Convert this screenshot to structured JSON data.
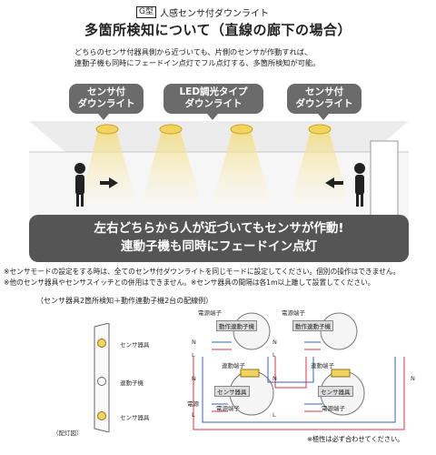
{
  "header": {
    "type_code": "G型",
    "type_name": "人感センサ付ダウンライト",
    "title": "多箇所検知について（直線の廊下の場合）",
    "intro_line1": "どちらのセンサ付器具側から近づいても、片側のセンサが作動すれば、",
    "intro_line2": "連動子機も同時にフェードイン点灯でフル点灯する、多箇所検知が可能。"
  },
  "lights": [
    {
      "line1": "センサ付",
      "line2": "ダウンライト"
    },
    {
      "line1": "LED調光タイプ",
      "line2": "ダウンライト"
    },
    {
      "line1": "センサ付",
      "line2": "ダウンライト"
    }
  ],
  "banner": {
    "line1": "左右どちらから人が近づいてもセンサが作動!",
    "line2": "連動子機も同時にフェードイン点灯"
  },
  "notes": [
    "※センサモードの設定をする時は、全てのセンサ付ダウンライトを同じモードに設定してください。個別の操作はできません。",
    "※他のセンサ器具やセンサスイッチとの併用はできません。※センサ器具の間隔は各1m以上離して設置してください。"
  ],
  "layout_diagram": {
    "label": "（配灯図）",
    "items": [
      "センサ器具",
      "連動子機",
      "センサ器具"
    ]
  },
  "wiring": {
    "title": "（センサ器具2箇所検知＋動作連動子機2台の配線例）",
    "labels": {
      "power_terminal_a": "電源端子",
      "power_terminal_b": "電源端子",
      "action_sub_a": "動作連動子機",
      "action_sub_b": "動作連動子機",
      "link_terminal_a": "連動端子",
      "link_terminal_b": "連動端子",
      "sensor_a": "センサ器具",
      "sensor_b": "センサ器具",
      "power_terminal_c": "電源端子",
      "power_terminal_d": "電源端子",
      "power_source": "電源",
      "n_a": "N",
      "n_b": "N",
      "n_c": "N",
      "n_d": "N",
      "n_e": "N",
      "l_a": "L",
      "l_b": "L",
      "l_c": "L",
      "l_d": "L"
    },
    "warning": "※極性は必ず合わせてください。"
  },
  "colors": {
    "bubble": "#6b6b6b",
    "banner": "#555555",
    "light_yellow": "#f2d35b",
    "wire_red": "#d9304b",
    "wire_blue": "#3a5fc4"
  }
}
